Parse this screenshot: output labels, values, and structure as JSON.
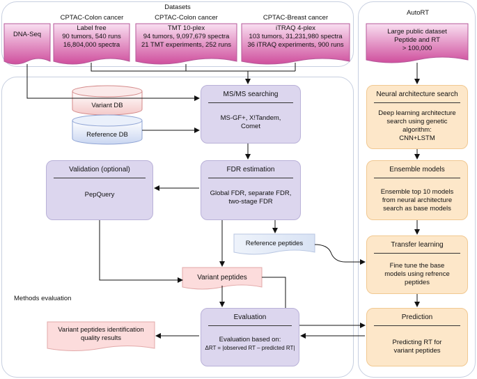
{
  "datasets": {
    "title": "Datasets",
    "dna_seq": "DNA-Seq",
    "colon_label_free": {
      "heading": "CPTAC-Colon cancer",
      "subheading": "Label free",
      "line1": "90 tumors, 540 runs",
      "line2": "16,804,000 spectra"
    },
    "colon_tmt": {
      "heading": "CPTAC-Colon cancer",
      "subheading": "TMT 10-plex",
      "line1": "94 tumors, 9,097,679 spectra",
      "line2": "21 TMT experiments, 252 runs"
    },
    "breast_itraq": {
      "heading": "CPTAC-Breast cancer",
      "subheading": "iTRAQ 4-plex",
      "line1": "103 tumors, 31,231,980 spectra",
      "line2": "36 iTRAQ experiments, 900 runs"
    }
  },
  "autort": {
    "title": "AutoRT",
    "public_dataset": {
      "line1": "Large public dataset",
      "line2": "Peptide and RT",
      "line3": "> 100,000"
    },
    "nas": {
      "title": "Neural architecture search",
      "line1": "Deep learning architecture",
      "line2": "search using genetic",
      "line3": "algorithm:",
      "line4": "CNN+LSTM"
    },
    "ensemble": {
      "title": "Ensemble models",
      "line1": "Ensemble top 10 models",
      "line2": "from neural architecture",
      "line3": "search as base models"
    },
    "transfer": {
      "title": "Transfer learning",
      "line1": "Fine tune the base",
      "line2": "models using refrence",
      "line3": "peptides"
    },
    "prediction": {
      "title": "Prediction",
      "line1": "Predicting RT for",
      "line2": "variant peptides"
    }
  },
  "methods": {
    "label": "Methods evaluation",
    "variant_db": "Variant DB",
    "reference_db": "Reference DB",
    "msms": {
      "title": "MS/MS searching",
      "line1": "MS-GF+, X!Tandem,",
      "line2": "Comet"
    },
    "fdr": {
      "title": "FDR estimation",
      "line1": "Global FDR, separate FDR,",
      "line2": "two-stage FDR"
    },
    "validation": {
      "title": "Validation (optional)",
      "body": "PepQuery"
    },
    "reference_peptides": "Reference peptides",
    "variant_peptides": "Variant peptides",
    "evaluation": {
      "title": "Evaluation",
      "line1": "Evaluation based on:",
      "line2": "ΔRT = |observed RT – predicted RT|"
    },
    "results": {
      "line1": "Variant peptides identification",
      "line2": "quality results"
    }
  }
}
